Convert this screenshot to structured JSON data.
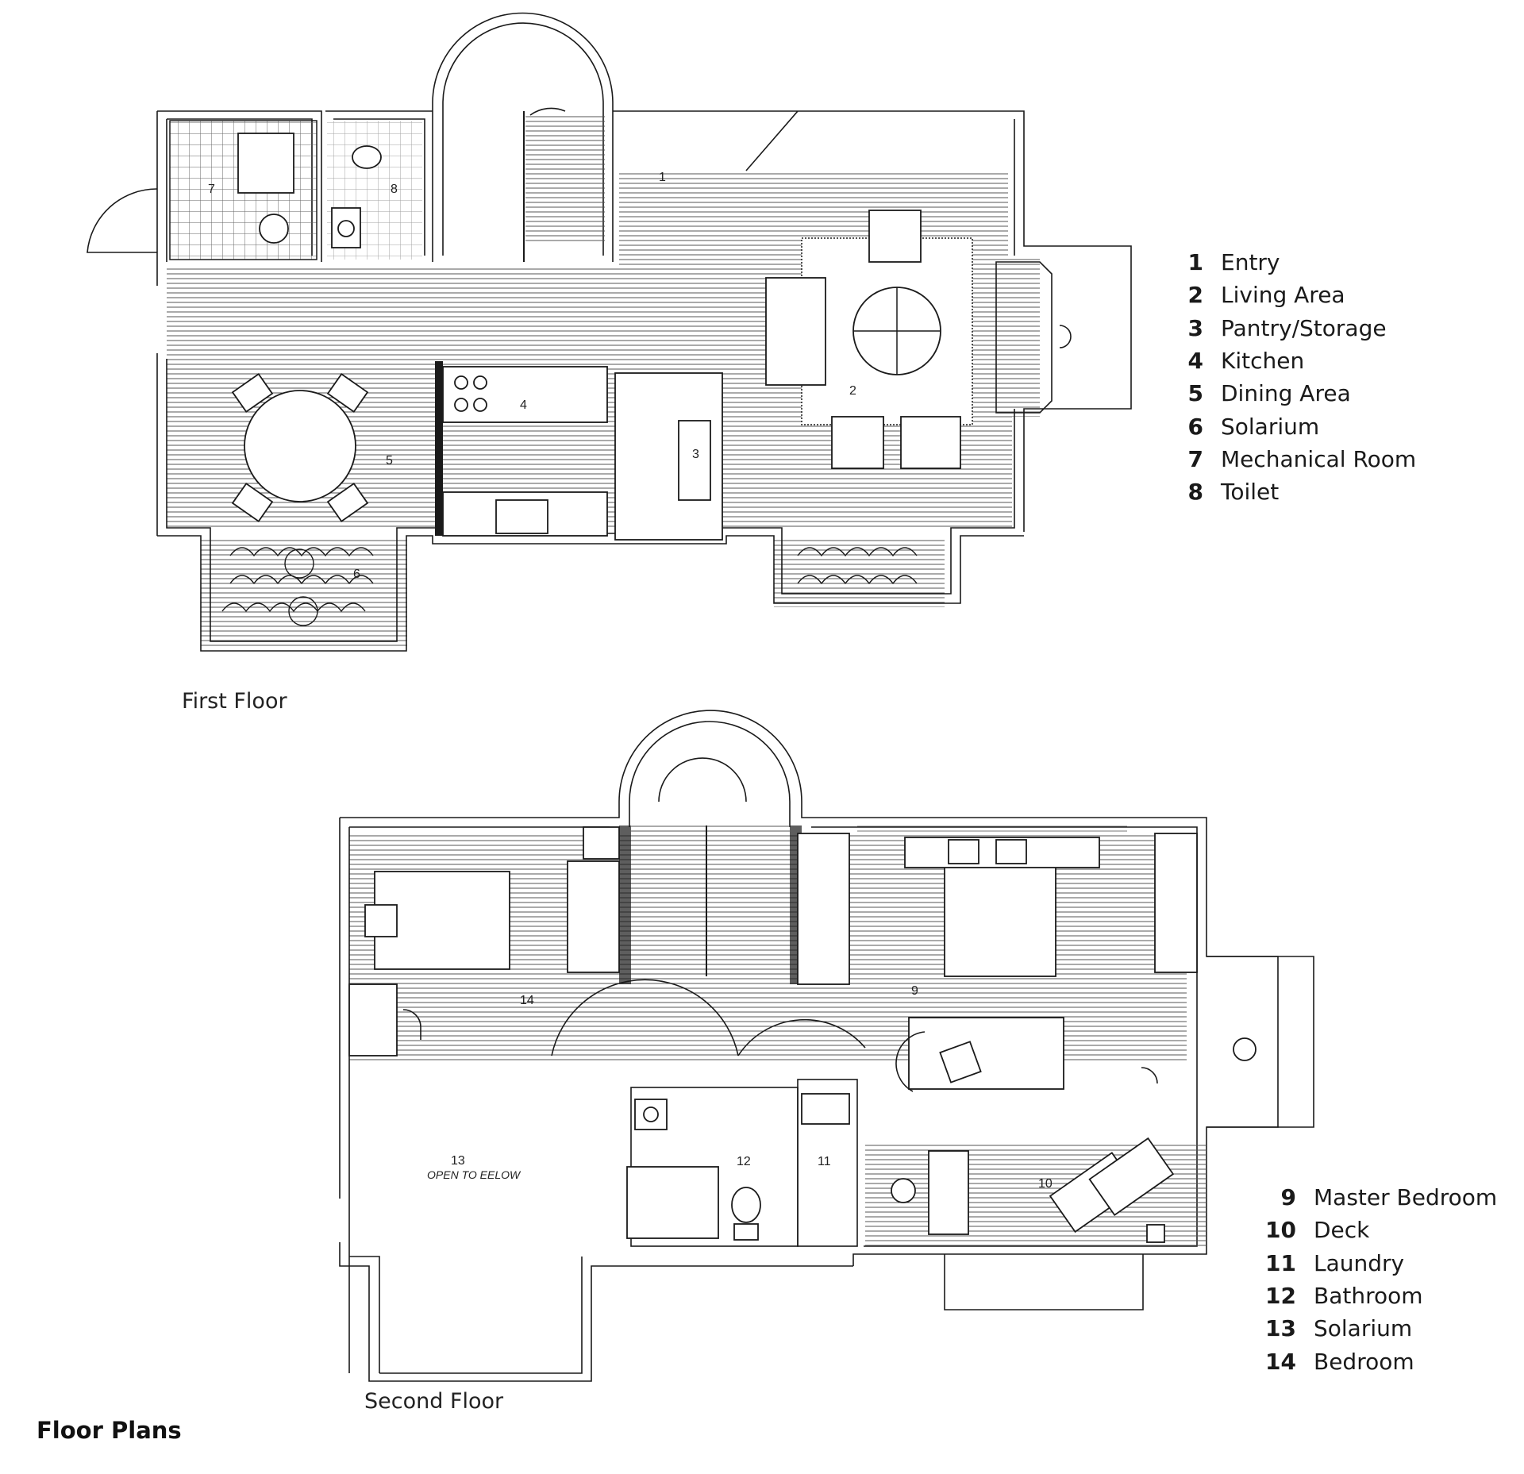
{
  "figure_title": "Floor Plans",
  "floors": [
    {
      "caption": "First Floor",
      "rooms": [
        {
          "number": "1",
          "name": "Entry"
        },
        {
          "number": "2",
          "name": "Living Area"
        },
        {
          "number": "3",
          "name": "Pantry/Storage"
        },
        {
          "number": "4",
          "name": "Kitchen"
        },
        {
          "number": "5",
          "name": "Dining Area"
        },
        {
          "number": "6",
          "name": "Solarium"
        },
        {
          "number": "7",
          "name": "Mechanical Room"
        },
        {
          "number": "8",
          "name": "Toilet"
        }
      ]
    },
    {
      "caption": "Second Floor",
      "rooms": [
        {
          "number": "9",
          "name": "Master Bedroom"
        },
        {
          "number": "10",
          "name": "Deck"
        },
        {
          "number": "11",
          "name": "Laundry"
        },
        {
          "number": "12",
          "name": "Bathroom"
        },
        {
          "number": "13",
          "name": "Solarium"
        },
        {
          "number": "14",
          "name": "Bedroom"
        }
      ]
    }
  ],
  "plan_notes": {
    "open_to_below": "OPEN TO EELOW"
  }
}
